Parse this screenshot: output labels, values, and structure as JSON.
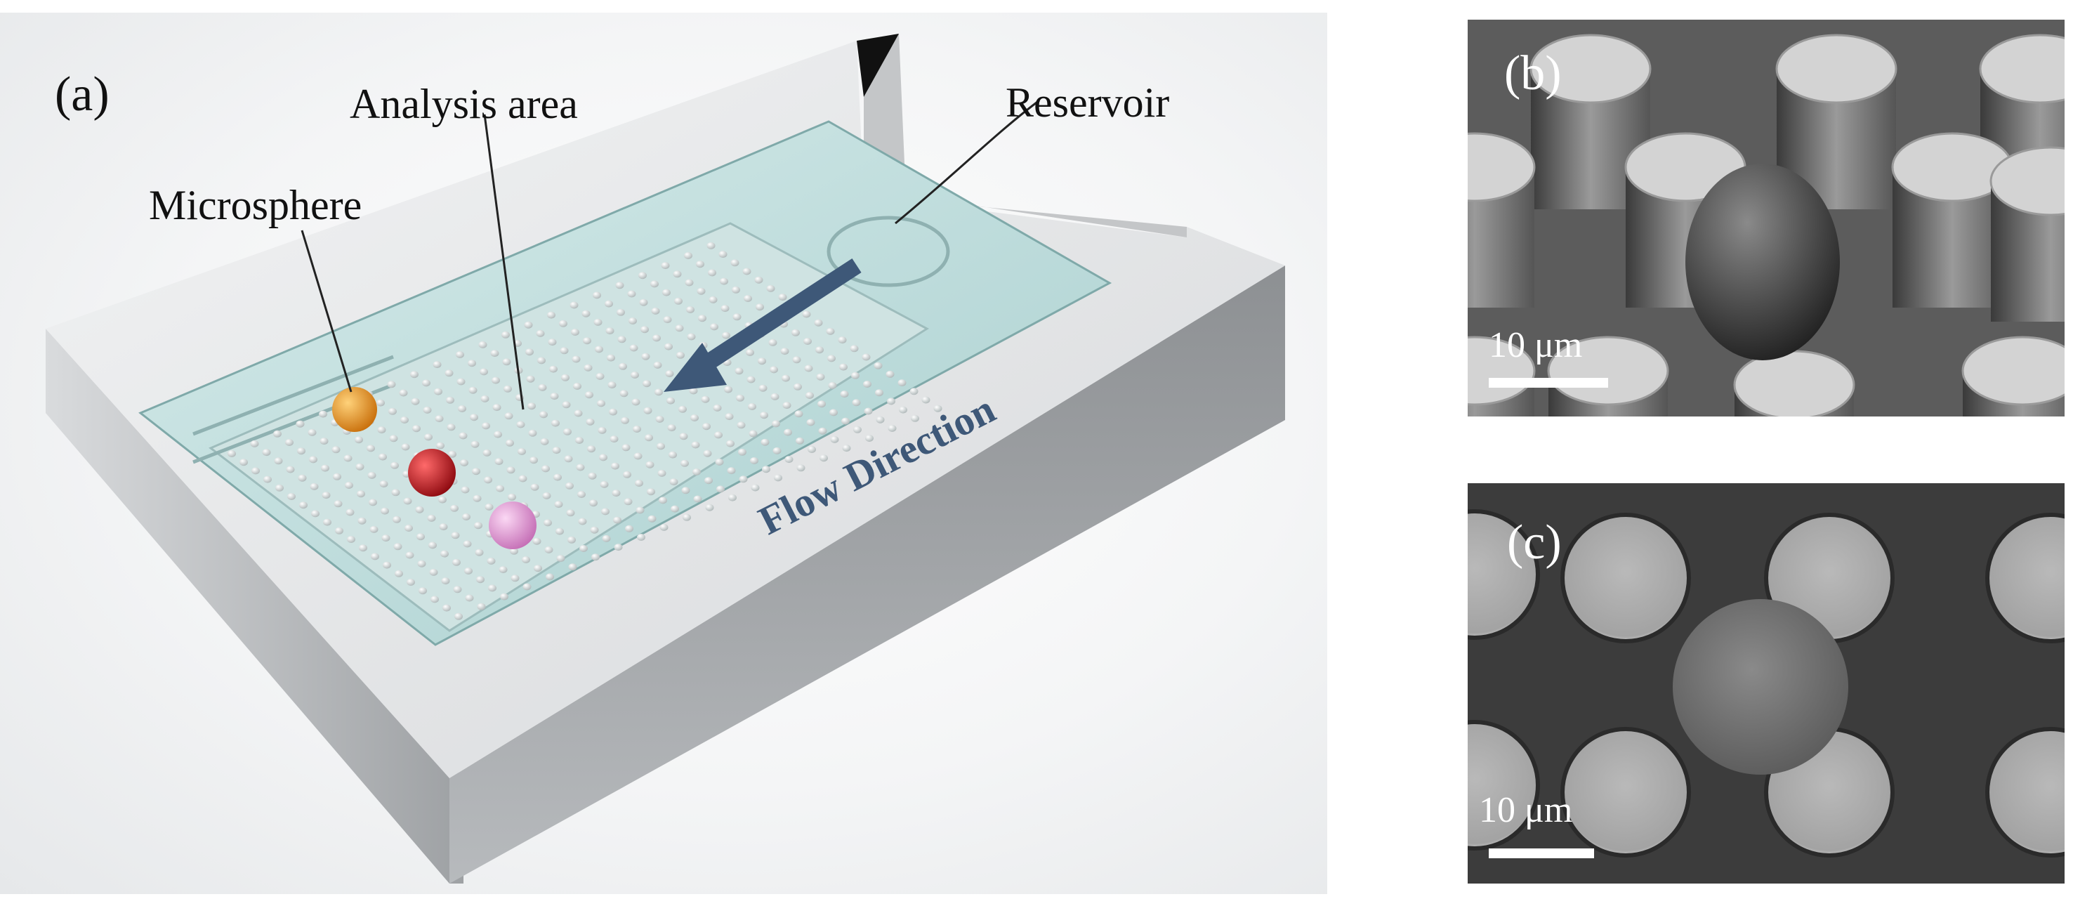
{
  "panel_a": {
    "label": "(a)",
    "callouts": {
      "microsphere": "Microsphere",
      "analysis_area": "Analysis area",
      "reservoir": "Reservoir",
      "flow_direction": "Flow Direction"
    },
    "colors": {
      "microsphere_orange": "#e3901c",
      "microsphere_red": "#c8121a",
      "microsphere_pink": "#e59ad8",
      "flow_arrow": "#3e5878",
      "chip_body": "#c9cbcd",
      "liquid": "#bfdcdc"
    }
  },
  "panel_b": {
    "label": "(b)",
    "scale_bar": "10 μm"
  },
  "panel_c": {
    "label": "(c)",
    "scale_bar": "10 μm"
  }
}
